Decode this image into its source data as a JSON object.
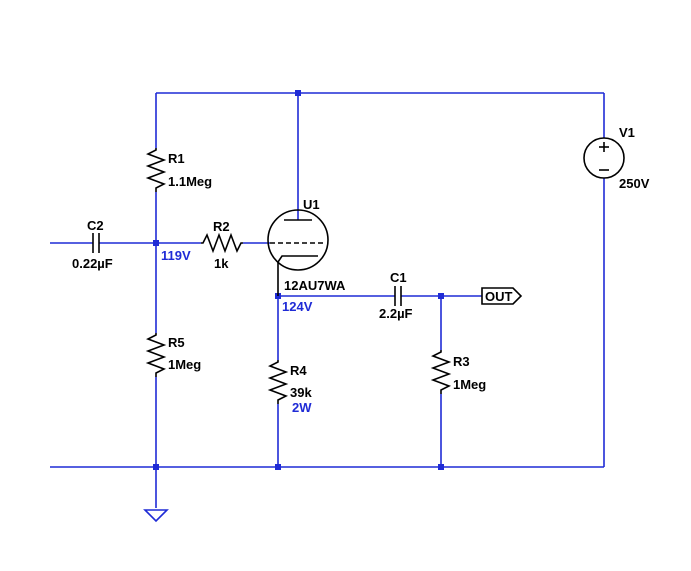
{
  "components": {
    "r1": {
      "ref": "R1",
      "value": "1.1Meg"
    },
    "r2": {
      "ref": "R2",
      "value": "1k"
    },
    "r3": {
      "ref": "R3",
      "value": "1Meg"
    },
    "r4": {
      "ref": "R4",
      "value": "39k",
      "power": "2W"
    },
    "r5": {
      "ref": "R5",
      "value": "1Meg"
    },
    "c1": {
      "ref": "C1",
      "value": "2.2µF"
    },
    "c2": {
      "ref": "C2",
      "value": "0.22µF"
    },
    "u1": {
      "ref": "U1",
      "value": "12AU7WA"
    },
    "v1": {
      "ref": "V1",
      "value": "250V"
    }
  },
  "node_voltages": {
    "grid": "119V",
    "cathode": "124V"
  },
  "output_label": "OUT",
  "colors": {
    "wire": "#1f2bd6",
    "component": "#000000",
    "voltage_label": "#1f2bd6"
  }
}
